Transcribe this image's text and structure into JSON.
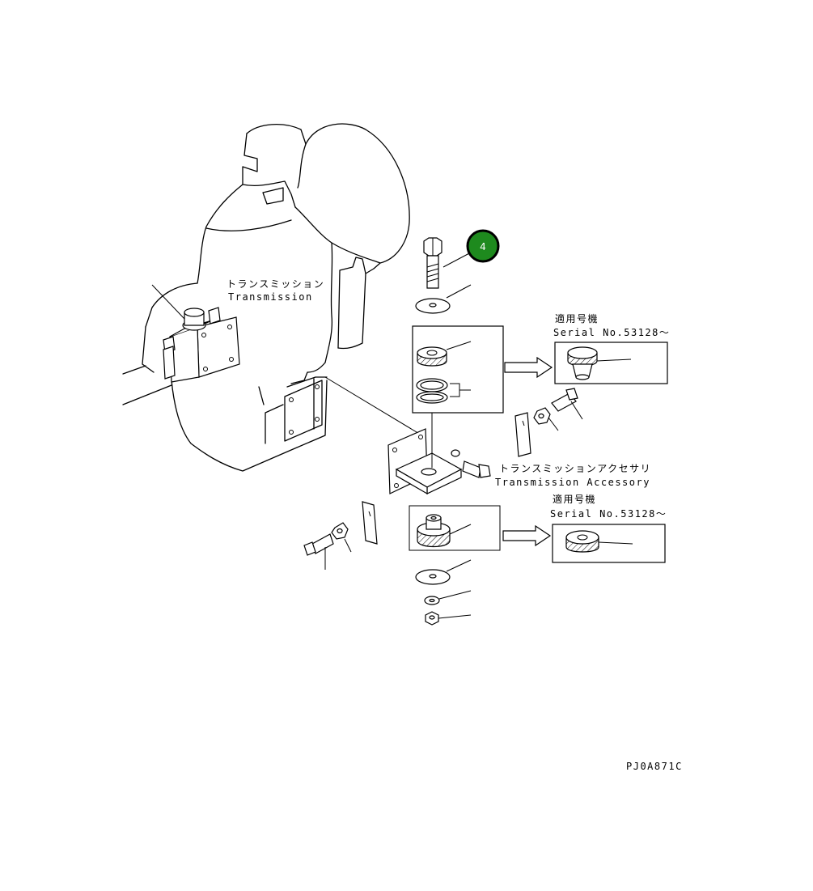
{
  "labels": {
    "transmission_jp": "トランスミッション",
    "transmission_en": "Transmission",
    "accessory_jp": "トランスミッションアクセサリ",
    "accessory_en": "Transmission Accessory",
    "serial_top_jp": "適用号機",
    "serial_top_en": "Serial No.53128～",
    "serial_bottom_jp": "適用号機",
    "serial_bottom_en": "Serial No.53128～",
    "drawing_code": "PJ0A871C"
  },
  "callouts": [
    {
      "number": "4",
      "color": "#1e8a1e"
    }
  ]
}
